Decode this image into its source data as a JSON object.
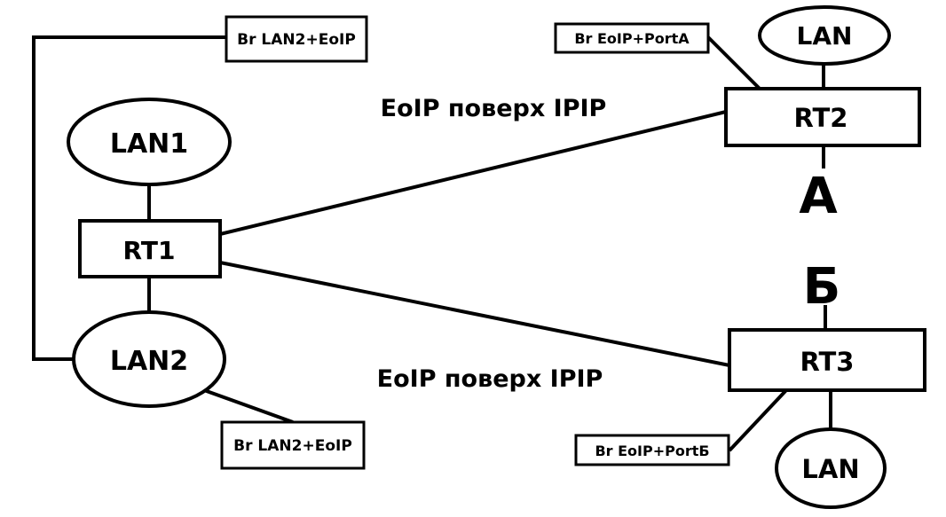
{
  "diagram": {
    "routers": {
      "rt1": "RT1",
      "rt2": "RT2",
      "rt3": "RT3"
    },
    "lans": {
      "lan1": "LAN1",
      "lan2": "LAN2",
      "rt2_lan": "LAN",
      "rt3_lan": "LAN"
    },
    "notes": {
      "bridge_top_left": "Br LAN2+EoIP",
      "bridge_bottom_left": "Br LAN2+EoIP",
      "bridge_rt2": "Br EoIP+PortA",
      "bridge_rt3": "Br EoIP+PortБ"
    },
    "links": {
      "rt1_rt2": "EoIP поверх IPIP",
      "rt1_rt3": "EoIP поверх IPIP"
    },
    "markers": {
      "a": "A",
      "b": "Б"
    }
  }
}
